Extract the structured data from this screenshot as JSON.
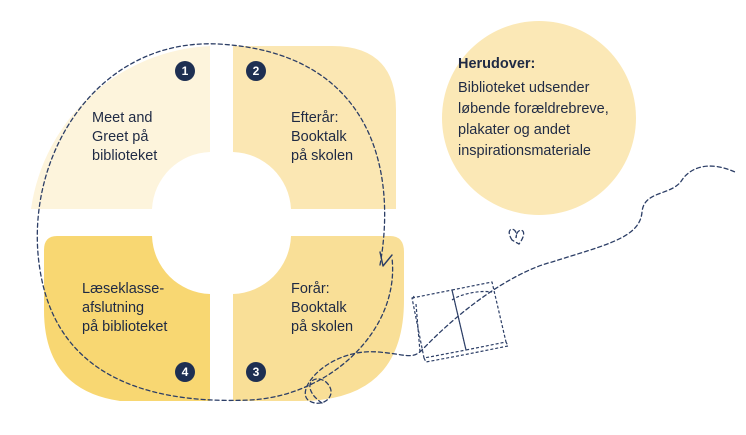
{
  "diagram": {
    "steps": [
      {
        "number": "1",
        "label": "Meet and\nGreet på\nbiblioteket",
        "color": "#fdf4dc"
      },
      {
        "number": "2",
        "label": "Efterår:\nBooktalk\npå skolen",
        "color": "#fbe7b3"
      },
      {
        "number": "3",
        "label": "Forår:\nBooktalk\npå skolen",
        "color": "#f9df97"
      },
      {
        "number": "4",
        "label": "Læseklasse-\nafslutning\npå biblioteket",
        "color": "#f8d772"
      }
    ],
    "info": {
      "title": "Herudover:",
      "text": "Biblioteket udsender løbende forældrebreve, plakater og andet inspirationsmateriale",
      "color": "#fbe8b6"
    },
    "badge_color": "#1e2f52",
    "dash_color": "#2c3e66",
    "icons": [
      "open-book-icon",
      "heart-doodle-icon"
    ]
  }
}
